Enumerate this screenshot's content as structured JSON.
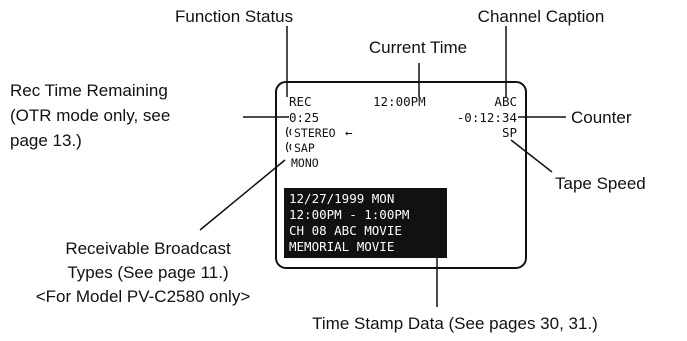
{
  "labels": {
    "function_status": "Function Status",
    "channel_caption": "Channel Caption",
    "current_time": "Current Time",
    "rec_time_line1": "Rec Time Remaining",
    "rec_time_line2": "(OTR mode only, see",
    "rec_time_line3": "page 13.)",
    "counter": "Counter",
    "tape_speed": "Tape Speed",
    "receivable_line1": "Receivable Broadcast",
    "receivable_line2": "Types (See page 11.)",
    "receivable_line3": "<For Model PV-C2580 only>",
    "time_stamp": "Time Stamp Data (See pages 30, 31.)"
  },
  "screen": {
    "function_status": "REC",
    "current_time": "12:00PM",
    "channel_caption": "ABC",
    "rec_time": "0:25",
    "counter": "-0:12:34",
    "stereo": "STEREO",
    "stereo_arrow": "←",
    "tape_speed": "SP",
    "sap": "SAP",
    "mono": "MONO",
    "timestamp_lines": [
      "12/27/1999 MON",
      "12:00PM -  1:00PM",
      "CH 08 ABC  MOVIE",
      "MEMORIAL MOVIE"
    ]
  }
}
